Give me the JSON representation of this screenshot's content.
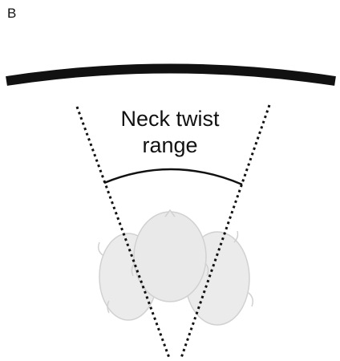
{
  "panel": {
    "label": "B"
  },
  "annotation": {
    "line1": "Neck twist",
    "line2": "range"
  },
  "icons": {
    "screen": "curved-screen-icon",
    "heads": "head-rotation-icon"
  },
  "colors": {
    "ink": "#111111",
    "head_fill": "#e8e8e8",
    "head_stroke": "#c9c9c9"
  }
}
